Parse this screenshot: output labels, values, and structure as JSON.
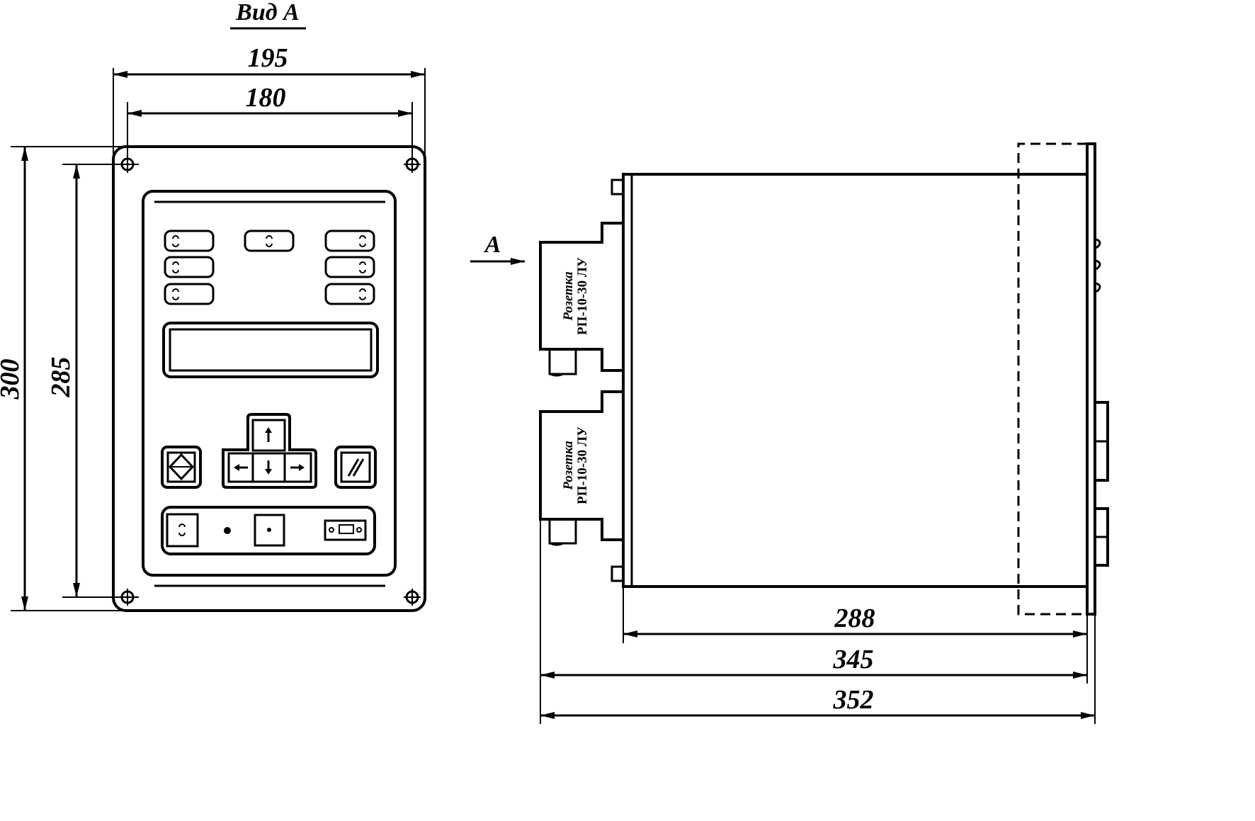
{
  "view_title": "Вид А",
  "view_arrow_label": "А",
  "dimensions": {
    "front_width_outer": "195",
    "front_width_holes": "180",
    "front_height_outer": "300",
    "front_height_holes": "285",
    "side_depth_body": "288",
    "side_depth_connector": "345",
    "side_depth_total": "352"
  },
  "connectors": [
    {
      "line1": "Розетка",
      "line2": "РП-10-30 ЛУ"
    },
    {
      "line1": "Розетка",
      "line2": "РП-10-30 ЛУ"
    }
  ],
  "icons": {
    "arrow_up": "↑",
    "arrow_down": "↓",
    "arrow_left": "←",
    "arrow_right": "→",
    "reset_symbol": "//"
  }
}
